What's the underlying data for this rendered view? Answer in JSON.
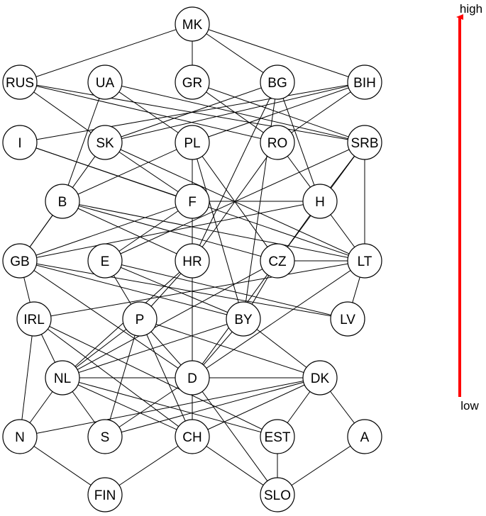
{
  "nodes": [
    {
      "id": "MK",
      "label": "MK"
    },
    {
      "id": "RUS",
      "label": "RUS"
    },
    {
      "id": "UA",
      "label": "UA"
    },
    {
      "id": "GR",
      "label": "GR"
    },
    {
      "id": "BG",
      "label": "BG"
    },
    {
      "id": "BIH",
      "label": "BIH"
    },
    {
      "id": "I",
      "label": "I"
    },
    {
      "id": "SK",
      "label": "SK"
    },
    {
      "id": "PL",
      "label": "PL"
    },
    {
      "id": "RO",
      "label": "RO"
    },
    {
      "id": "SRB",
      "label": "SRB"
    },
    {
      "id": "B",
      "label": "B"
    },
    {
      "id": "F",
      "label": "F"
    },
    {
      "id": "H",
      "label": "H"
    },
    {
      "id": "GB",
      "label": "GB"
    },
    {
      "id": "E",
      "label": "E"
    },
    {
      "id": "HR",
      "label": "HR"
    },
    {
      "id": "CZ",
      "label": "CZ"
    },
    {
      "id": "LT",
      "label": "LT"
    },
    {
      "id": "IRL",
      "label": "IRL"
    },
    {
      "id": "P",
      "label": "P"
    },
    {
      "id": "BY",
      "label": "BY"
    },
    {
      "id": "LV",
      "label": "LV"
    },
    {
      "id": "NL",
      "label": "NL"
    },
    {
      "id": "D",
      "label": "D"
    },
    {
      "id": "DK",
      "label": "DK"
    },
    {
      "id": "N",
      "label": "N"
    },
    {
      "id": "S",
      "label": "S"
    },
    {
      "id": "CH",
      "label": "CH"
    },
    {
      "id": "EST",
      "label": "EST"
    },
    {
      "id": "A",
      "label": "A"
    },
    {
      "id": "FIN",
      "label": "FIN"
    },
    {
      "id": "SLO",
      "label": "SLO"
    }
  ],
  "edges": [
    [
      "MK",
      "RUS"
    ],
    [
      "MK",
      "GR"
    ],
    [
      "MK",
      "BIH"
    ],
    [
      "MK",
      "BG"
    ],
    [
      "RUS",
      "SK"
    ],
    [
      "RUS",
      "RO"
    ],
    [
      "RUS",
      "SRB"
    ],
    [
      "UA",
      "B"
    ],
    [
      "UA",
      "PL"
    ],
    [
      "UA",
      "SRB"
    ],
    [
      "GR",
      "RO"
    ],
    [
      "GR",
      "SRB"
    ],
    [
      "BG",
      "SK"
    ],
    [
      "BG",
      "HR"
    ],
    [
      "BG",
      "BY"
    ],
    [
      "BG",
      "H"
    ],
    [
      "BIH",
      "SK"
    ],
    [
      "BIH",
      "I"
    ],
    [
      "BIH",
      "PL"
    ],
    [
      "BIH",
      "RO"
    ],
    [
      "I",
      "F"
    ],
    [
      "I",
      "LT"
    ],
    [
      "SK",
      "GB"
    ],
    [
      "SK",
      "F"
    ],
    [
      "SK",
      "LT"
    ],
    [
      "PL",
      "B"
    ],
    [
      "PL",
      "F"
    ],
    [
      "PL",
      "BY"
    ],
    [
      "PL",
      "CZ"
    ],
    [
      "RO",
      "HR"
    ],
    [
      "RO",
      "LT"
    ],
    [
      "SRB",
      "LT"
    ],
    [
      "SRB",
      "H"
    ],
    [
      "SRB",
      "E"
    ],
    [
      "SRB",
      "CZ"
    ],
    [
      "B",
      "GB"
    ],
    [
      "B",
      "HR"
    ],
    [
      "B",
      "CZ"
    ],
    [
      "B",
      "LT"
    ],
    [
      "F",
      "GB"
    ],
    [
      "F",
      "H"
    ],
    [
      "F",
      "E"
    ],
    [
      "F",
      "HR"
    ],
    [
      "H",
      "CZ"
    ],
    [
      "H",
      "GB"
    ],
    [
      "GB",
      "IRL"
    ],
    [
      "GB",
      "BY"
    ],
    [
      "GB",
      "LV"
    ],
    [
      "GB",
      "D"
    ],
    [
      "E",
      "P"
    ],
    [
      "E",
      "LV"
    ],
    [
      "E",
      "BY"
    ],
    [
      "HR",
      "NL"
    ],
    [
      "HR",
      "D"
    ],
    [
      "HR",
      "P"
    ],
    [
      "CZ",
      "NL"
    ],
    [
      "CZ",
      "BY"
    ],
    [
      "CZ",
      "D"
    ],
    [
      "CZ",
      "LT"
    ],
    [
      "LT",
      "LV"
    ],
    [
      "LT",
      "IRL"
    ],
    [
      "LT",
      "D"
    ],
    [
      "IRL",
      "N"
    ],
    [
      "IRL",
      "CH"
    ],
    [
      "IRL",
      "EST"
    ],
    [
      "IRL",
      "NL"
    ],
    [
      "P",
      "NL"
    ],
    [
      "P",
      "S"
    ],
    [
      "P",
      "CH"
    ],
    [
      "P",
      "D"
    ],
    [
      "P",
      "DK"
    ],
    [
      "BY",
      "NL"
    ],
    [
      "BY",
      "DK"
    ],
    [
      "BY",
      "D"
    ],
    [
      "NL",
      "N"
    ],
    [
      "NL",
      "S"
    ],
    [
      "NL",
      "CH"
    ],
    [
      "NL",
      "EST"
    ],
    [
      "NL",
      "DK"
    ],
    [
      "D",
      "S"
    ],
    [
      "D",
      "CH"
    ],
    [
      "D",
      "SLO"
    ],
    [
      "DK",
      "A"
    ],
    [
      "DK",
      "N"
    ],
    [
      "DK",
      "S"
    ],
    [
      "DK",
      "CH"
    ],
    [
      "DK",
      "EST"
    ],
    [
      "N",
      "FIN"
    ],
    [
      "CH",
      "FIN"
    ],
    [
      "CH",
      "SLO"
    ],
    [
      "EST",
      "SLO"
    ],
    [
      "A",
      "SLO"
    ]
  ],
  "scale": {
    "high_label": "high",
    "low_label": "low",
    "arrow_color": "#ff0000"
  },
  "colors": {
    "node_fill": "#ffffff",
    "node_stroke": "#000000",
    "edge": "#000000"
  }
}
